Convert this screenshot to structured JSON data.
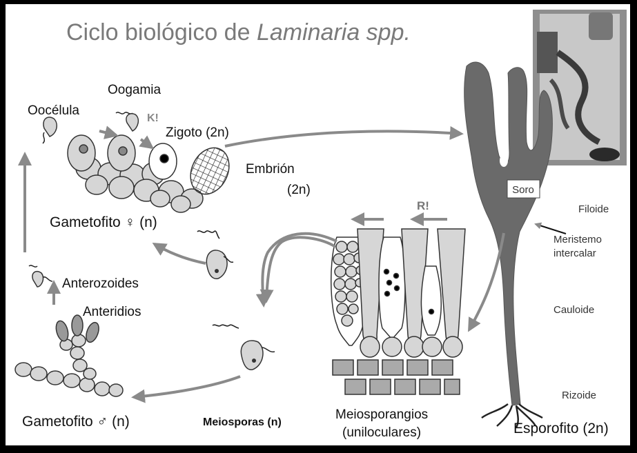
{
  "title": {
    "main": "Ciclo biológico de ",
    "italic": "Laminaria spp."
  },
  "labels": {
    "oocelula": "Oocélula",
    "oogamia": "Oogamia",
    "k": "K!",
    "zigoto": "Zigoto (2n)",
    "embrion": "Embrión",
    "embrion_ploidy": "(2n)",
    "gametofito_f": "Gametofito ♀ (n)",
    "anterozoides": "Anterozoides",
    "anteridios": "Anteridios",
    "gametofito_m": "Gametofito ♂ (n)",
    "meiosporas": "Meiosporas (n)",
    "meiosporangios": "Meiosporangios",
    "uniloculares": "(uniloculares)",
    "r": "R!",
    "soro": "Soro",
    "filoide": "Filoide",
    "meristemo": "Meristemo",
    "intercalar": "intercalar",
    "cauloide": "Cauloide",
    "rizoide": "Rizoide",
    "esporofito": "Esporofito (2n)"
  },
  "colors": {
    "arrow": "#8a8a8a",
    "thallus": "#6a6a6a",
    "cell": "#d6d6d6",
    "title": "#7a7a7a"
  }
}
